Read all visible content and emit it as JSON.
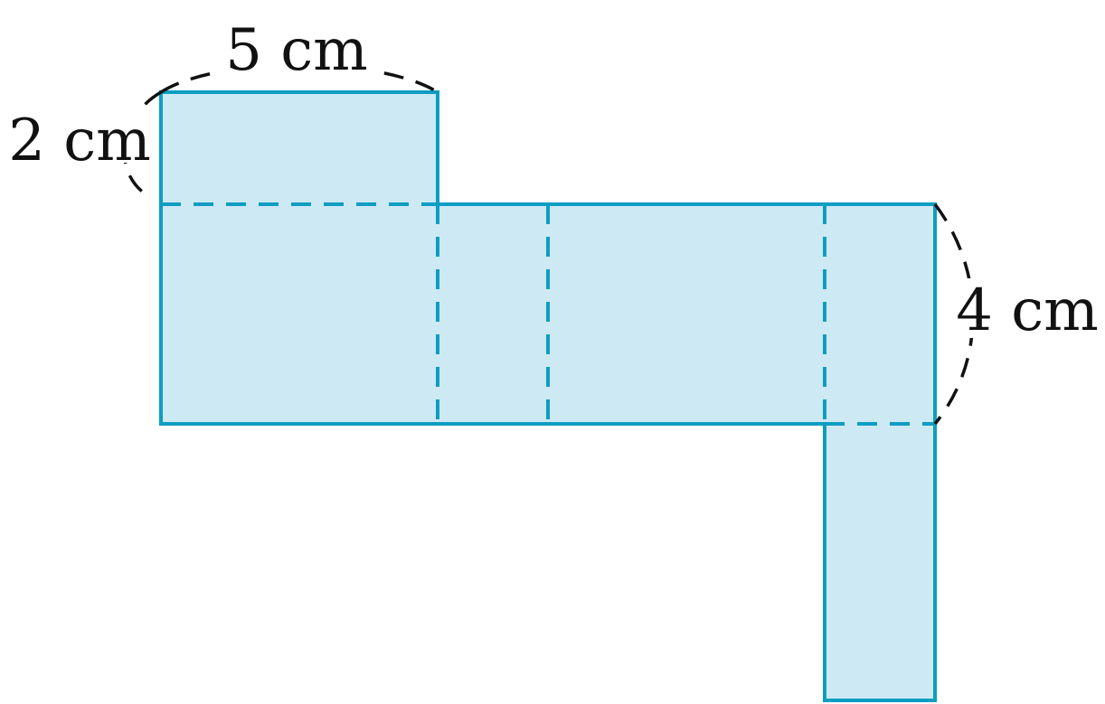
{
  "diagram": {
    "labels": {
      "top_width": "5 cm",
      "left_height": "2 cm",
      "right_height": "4 cm"
    },
    "colors": {
      "face_fill": "#cde9f3",
      "edge_stroke": "#0e9dc2",
      "dimension_arc": "#111111",
      "label_text": "#111111"
    }
  }
}
